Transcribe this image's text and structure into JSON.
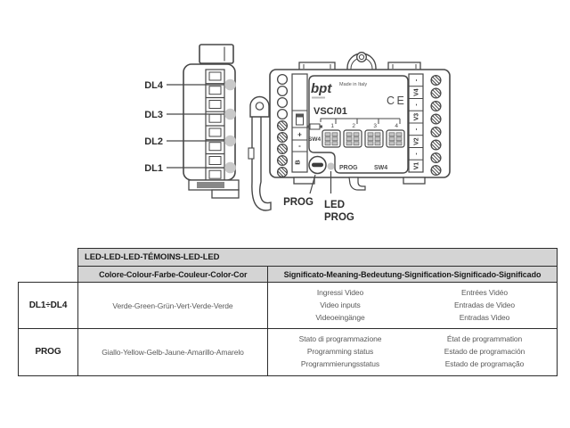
{
  "diagram": {
    "side_view": {
      "led_labels": [
        "DL4",
        "DL3",
        "DL2",
        "DL1"
      ]
    },
    "callouts": {
      "prog_button": "PROG",
      "prog_led_line1": "LED",
      "prog_led_line2": "PROG"
    },
    "unit": {
      "brand": "bpt",
      "made_in": "Made in Italy",
      "ce_mark": "CE",
      "model": "VSC/01",
      "connector_numbers": [
        "1",
        "2",
        "3",
        "4"
      ],
      "sw4_side": "SW4",
      "prog_silk": "PROG",
      "sw4_silk": "SW4",
      "left_terminals": [
        "+",
        "-",
        "B"
      ],
      "right_terminals": [
        "-",
        "V4",
        "-",
        "V3",
        "-",
        "V2",
        "-",
        "V1"
      ]
    }
  },
  "table": {
    "title": "LED-LED-LED-TÉMOINS-LED-LED",
    "col_headers": [
      "Colore-Colour-Farbe-Couleur-Color-Cor",
      "Significato-Meaning-Bedeutung-Signification-Significado-Significado"
    ],
    "rows": [
      {
        "led": "DL1÷DL4",
        "color": "Verde-Green-Grün-Vert-Verde-Verde",
        "meaning_left": [
          "Ingressi Video",
          "Video inputs",
          "Videoeingänge"
        ],
        "meaning_right": [
          "Entrées Vidéo",
          "Entradas de Video",
          "Entradas Video"
        ]
      },
      {
        "led": "PROG",
        "color": "Giallo-Yellow-Gelb-Jaune-Amarillo-Amarelo",
        "meaning_left": [
          "Stato di programmazione",
          "Programming status",
          "Programmierungsstatus"
        ],
        "meaning_right": [
          "État de programmation",
          "Estado de programación",
          "Estado de programação"
        ]
      }
    ]
  },
  "colors": {
    "line": "#474747",
    "led_dot": "#c9c9c9",
    "header_bg": "#d4d4d4",
    "border": "#2c2c2c"
  }
}
